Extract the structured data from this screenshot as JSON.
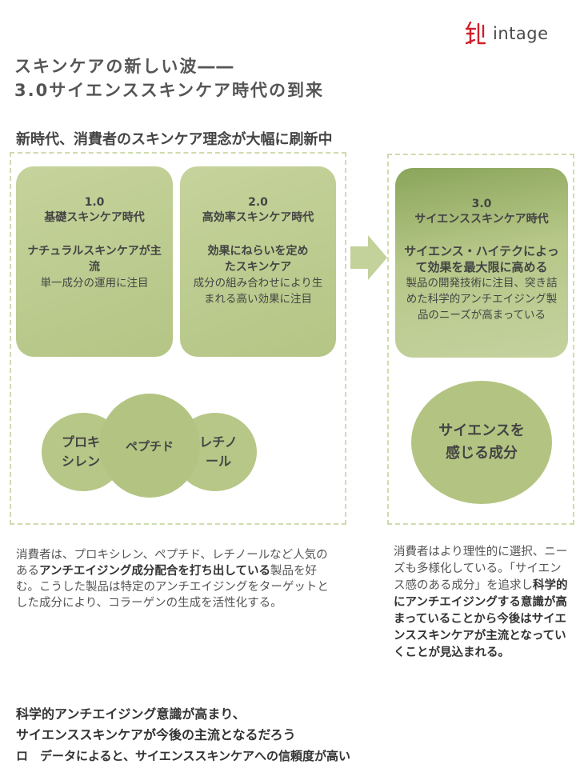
{
  "logo": {
    "text": "intage"
  },
  "title": {
    "line1": "スキンケアの新しい波――",
    "line2": "3.0サイエンススキンケア時代の到来"
  },
  "subtitle": "新時代、消費者のスキンケア理念が大幅に刷新中",
  "cards": [
    {
      "num": "1.0",
      "era": "基礎スキンケア時代",
      "highlight": "ナチュラルスキンケアが主流",
      "desc": "単一成分の運用に注目"
    },
    {
      "num": "2.0",
      "era": "高効率スキンケア時代",
      "highlight": "効果にねらいを定めたスキンケア",
      "desc": "成分の組み合わせにより生まれる高い効果に注目"
    },
    {
      "num": "3.0",
      "era": "サイエンススキンケア時代",
      "highlight": "サイエンス・ハイテクによって効果を最大限に高める",
      "desc": "製品の開発技術に注目、突き詰めた科学的アンチエイジング製品のニーズが高まっている"
    }
  ],
  "circles": {
    "left": "プロキシレン",
    "middle": "ペプチド",
    "right": "レチノール",
    "science": "サイエンスを感じる成分"
  },
  "para_left": {
    "p1": "消費者は、プロキシレン、ペプチド、レチノールなど人気のある",
    "bold": "アンチエイジング成分配合を打ち出している",
    "p2": "製品を好む。こうした製品は特定のアンチエイジングをターゲットとした成分により、コラーゲンの生成を活性化する。"
  },
  "para_right": {
    "p1": "消費者はより理性的に選択、ニーズも多様化している。「サイエンス感のある成分」を追求し",
    "bold": "科学的にアンチエイジングする意識が高まっていることから今後はサイエンススキンケアが主流となっていくことが見込まれる。"
  },
  "conclusion": {
    "line1": "科学的アンチエイジング意識が高まり、",
    "line2": "サイエンススキンケアが今後の主流となるだろう",
    "bullet": "ロ　データによると、サイエンススキンケアへの信頼度が高い"
  }
}
